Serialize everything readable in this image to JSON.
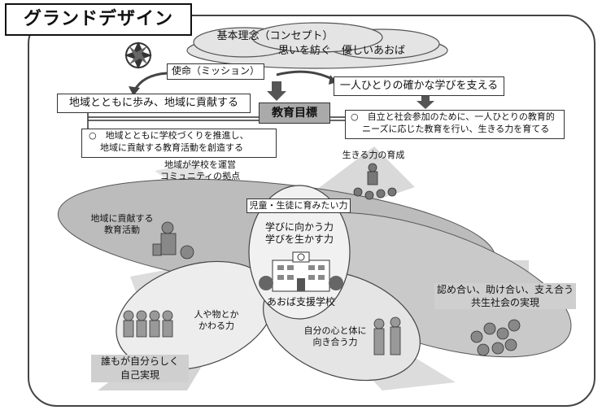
{
  "title": "グランドデザイン",
  "philosophy": {
    "label": "基本理念（コンセプト）",
    "text": "思いを紡ぐ　優しいあおば"
  },
  "mission": {
    "label": "使命（ミッション）",
    "left": "地域とともに歩み、地域に貢献する",
    "left_detail": [
      "○　地域とともに学校づくりを推進し、",
      "地域に貢献する教育活動を創造する"
    ],
    "right": "一人ひとりの確かな学びを支える"
  },
  "goal": {
    "label": "教育目標",
    "detail": [
      "○　自立と社会参加のために、一人ひとりの教育的",
      "ニーズに応じた教育を行い、生きる力を育てる"
    ]
  },
  "diagram": {
    "community_hub": [
      "地域が学校を運営",
      "コミュニティの拠点"
    ],
    "living_power": "生きる力の育成",
    "desired_power": "児童・生徒に育みたい力",
    "learning_power": [
      "学びに向かう力",
      "学びを生かす力"
    ],
    "school_name": "あおば支援学校",
    "contribution": [
      "地域に貢献する",
      "教育活動"
    ],
    "people_power": [
      "人や物とか",
      "かわる力"
    ],
    "mind_body": [
      "自分の心と体に",
      "向き合う力"
    ],
    "coexistence": [
      "認め合い、助け合い、支え合う",
      "共生社会の実現"
    ],
    "self_realization": [
      "誰もが自分らしく",
      "自己実現"
    ]
  }
}
